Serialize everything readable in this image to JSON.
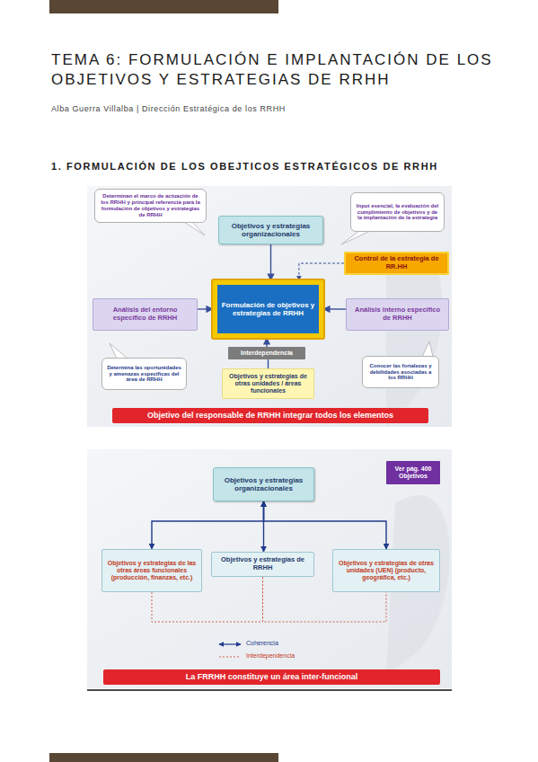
{
  "diagram": {
    "title": "TEMA 6: FORMULACIÓN E IMPLANTACIÓN DE LOS OBJETIVOS Y ESTRATEGIAS DE RRHH",
    "nodes": [
      {
        "text": [
          "Determinan el marco de actuación de los RRHH y principal referencia para la formulación de objetivos y estrategias de RRHH"
        ]
      },
      {
        "text": [
          "Objetivos y estrategias organizacionales"
        ]
      },
      {
        "text": [
          "Input esencial, la evaluación del cumplimiento de objetivos y de la implantación de la estrategia"
        ]
      },
      {
        "text": [
          "Control de la estrategia de RR.HH"
        ]
      },
      {
        "text": [
          "Análisis del entorno específico de RRHH"
        ]
      },
      {
        "text": [
          "Formulación de objetivos y estrategias de RRHH"
        ]
      },
      {
        "text": [
          "Análisis interno específico de RRHH"
        ]
      },
      {
        "text": [
          "Interdependencia"
        ]
      },
      {
        "text": [
          "Objetivos y estrategias de otras unidades / áreas funcionales"
        ]
      },
      {
        "text": [
          "Determina las oportunidades y amenazas específicas del área de RRHH"
        ]
      },
      {
        "text": [
          "Conocer las fortalezas y debilidades asociadas a los RRHH"
        ]
      },
      {
        "text": [
          "Objetivo del responsable de RRHH integrar todos los elementos"
        ]
      },
      {
        "text": [
          "Objetivos y estrategias organizacionales"
        ]
      },
      {
        "text": [
          "Ver pág. 400 Objetivos"
        ]
      },
      {
        "text": [
          "Objetivos y estrategias de las otras áreas funcionales (producción, finanzas, etc.)"
        ]
      },
      {
        "text": [
          "Objetivos y estrategias de RRHH"
        ]
      },
      {
        "text": [
          "Objetivos y estrategias de otras unidades (UEN) (producto, geográfica, etc.)"
        ]
      },
      {
        "text": [
          "La FRRHH constituye un área inter-funcional"
        ]
      }
    ],
    "edges": [
      {
        "from": 1,
        "to": 5,
        "arrow": "to"
      },
      {
        "from": 4,
        "to": 5,
        "arrow": "to"
      },
      {
        "from": 6,
        "to": 5,
        "arrow": "to"
      },
      {
        "from": 3,
        "to": 5,
        "arrow": "to"
      },
      {
        "from": 8,
        "to": 7,
        "arrow": "none"
      },
      {
        "from": 7,
        "to": 5,
        "arrow": "to"
      },
      {
        "from": 12,
        "to": 14,
        "arrow": "both"
      },
      {
        "from": 12,
        "to": 15,
        "arrow": "both"
      },
      {
        "from": 12,
        "to": 16,
        "arrow": "both"
      },
      {
        "from": 14,
        "to": 15,
        "arrow": "none"
      },
      {
        "from": 15,
        "to": 16,
        "arrow": "none"
      }
    ],
    "labels": [
      "Alba Guerra Villalba | Dirección Estratégica de los RRHH",
      "1. FORMULACIÓN DE LOS OBEJTICOS ESTRATÉGICOS DE RRHH"
    ],
    "legend": [
      {
        "text": "Coherencia"
      },
      {
        "text": "Interdependencia"
      }
    ]
  }
}
